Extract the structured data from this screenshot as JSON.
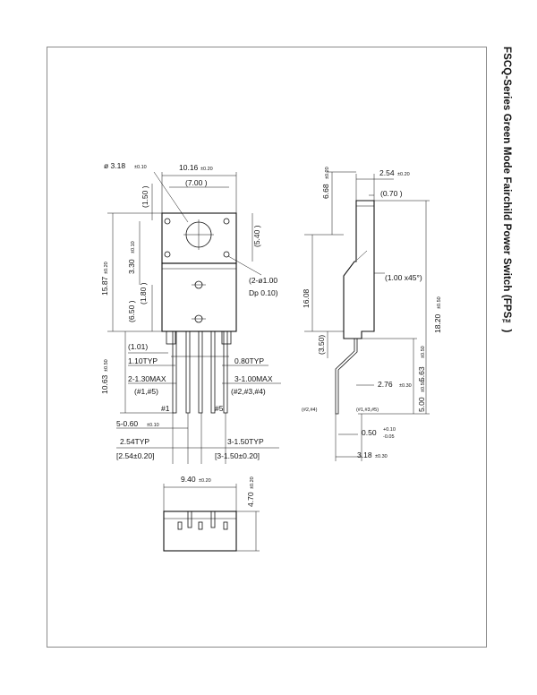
{
  "header": {
    "title": "FSCQ-Series  Green Mode Fairchild Power Switch (FPS™)"
  },
  "front_view": {
    "hole_dia": "ø 3.18",
    "hole_dia_tol": "±0.10",
    "body_width": "10.16",
    "body_width_tol": "±0.20",
    "inner_width": "(7.00 )",
    "top_ref": "(1.50 )",
    "side_ref": "(5.40 )",
    "hole_offset": "3.30",
    "hole_offset_tol": "±0.10",
    "body_height": "15.87",
    "body_height_tol": "±0.20",
    "pin_hole_1": "(2-ø1.00",
    "pin_hole_2": "Dp  0.10)",
    "mid_ref": "(1.80 )",
    "lower_ref": "(6.50 )",
    "shoulder_ref": "(1.01)",
    "lead_length": "10.63",
    "lead_length_tol": "±0.50",
    "typ_left": "1.10TYP",
    "typ_right": "0.80TYP",
    "max_left_1": "2-1.30MAX",
    "max_left_2": "(#1,#5)",
    "max_right_1": "3-1.00MAX",
    "max_right_2": "(#2,#3,#4)",
    "pin1": "#1",
    "pin5": "#5",
    "pin_width": "5-0.60",
    "pin_width_tol": "±0.10",
    "pitch_typ": "2.54TYP",
    "pitch_bracket": "[2.54±0.20]",
    "span_typ": "3-1.50TYP",
    "span_bracket": "[3-1.50±0.20]"
  },
  "side_view": {
    "top_width": "2.54",
    "top_width_tol": "±0.20",
    "tab_ref": "(0.70 )",
    "tab_height": "6.68",
    "tab_height_tol": "±0.20",
    "chamfer": "(1.00 x45°)",
    "body_height": "16.08",
    "total_height": "18.20",
    "total_height_tol": "±0.50",
    "bend_ref": "(3.50)",
    "bend_height": "5.63",
    "bend_height_tol": "±0.50",
    "offset": "2.76",
    "offset_tol": "±0.30",
    "foot": "5.00",
    "foot_tol": "±0.50",
    "pins_left": "(#2,#4)",
    "pins_right": "(#1,#3,#5)",
    "lead_thk": "0.50",
    "lead_thk_tol_plus": "+0.10",
    "lead_thk_tol_minus": "-0.05",
    "depth": "3.18",
    "depth_tol": "±0.30"
  },
  "bottom_view": {
    "width": "9.40",
    "width_tol": "±0.20",
    "height": "4.70",
    "height_tol": "±0.20"
  }
}
